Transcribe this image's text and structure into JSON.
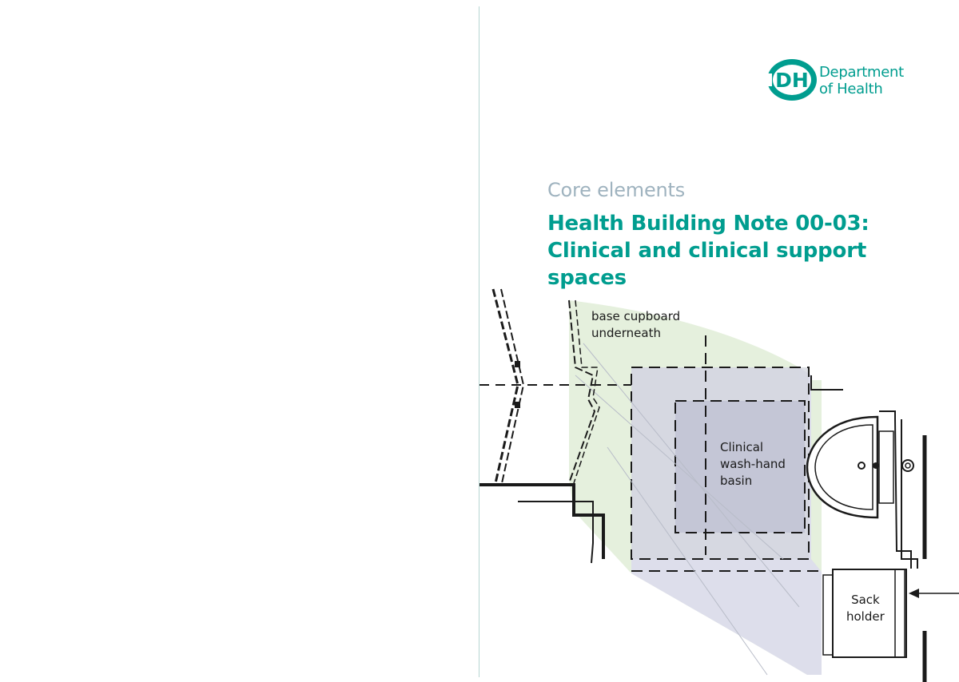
{
  "logo": {
    "mark": "DH",
    "line1": "Department",
    "line2": "of Health"
  },
  "cover": {
    "subtitle": "Core elements",
    "title": "Health Building Note 00-03: Clinical and clinical support spaces"
  },
  "plan": {
    "labels": {
      "base_line1": "base cupboard",
      "base_line2": "underneath",
      "basin_line1": "Clinical",
      "basin_line2": "wash-hand",
      "basin_line3": "basin",
      "sack_line1": "Sack",
      "sack_line2": "holder"
    }
  },
  "colors": {
    "brand_teal": "#009d8f",
    "subtitle_grey": "#9fb3bf",
    "green_zone": "#e5f0dd",
    "purple_zone": "#dcdcec",
    "basin_zone": "#c7c9d8"
  }
}
